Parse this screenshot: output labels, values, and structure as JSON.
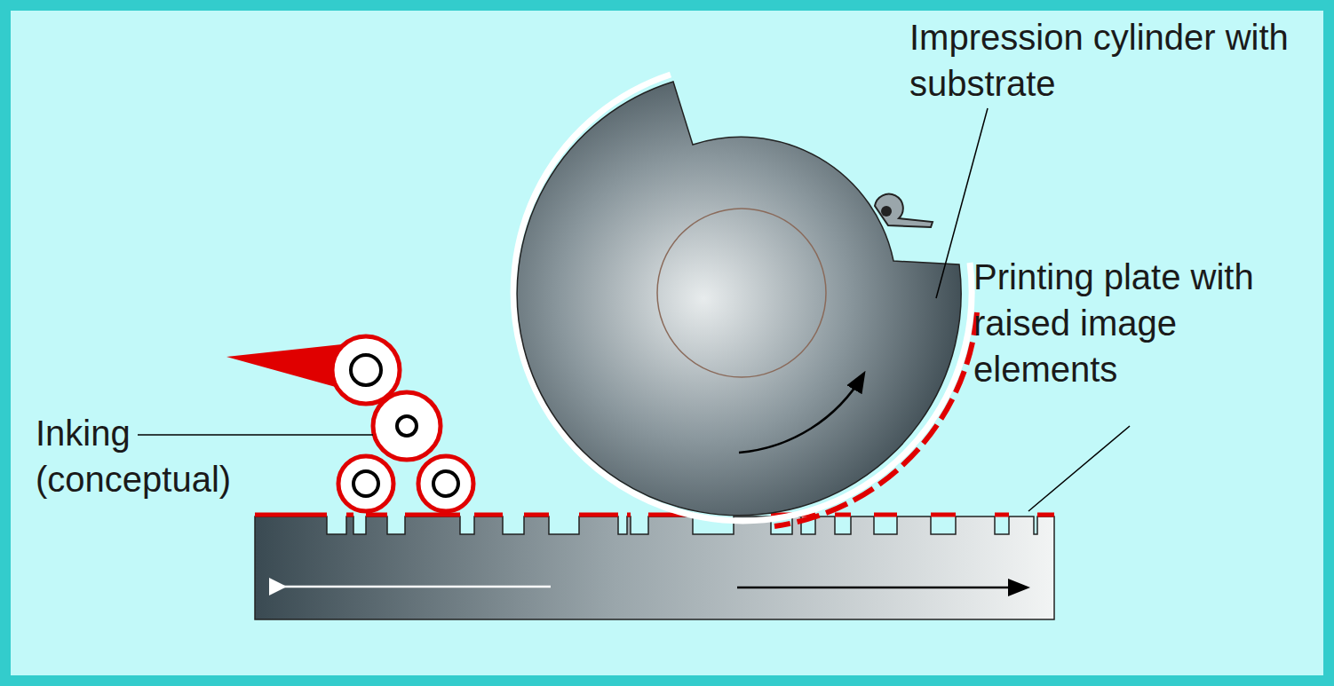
{
  "diagram": {
    "labels": [
      "Impression cylinder with substrate",
      "Printing plate with raised image elements",
      "Inking (conceptual)"
    ]
  }
}
